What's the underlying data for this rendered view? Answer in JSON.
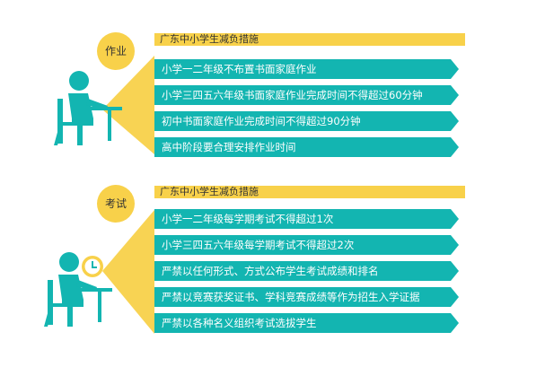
{
  "sections": [
    {
      "label": "作业",
      "header": "广东中小学生减负措施",
      "items": [
        "小学一二年级不布置书面家庭作业",
        "小学三四五六年级书面家庭作业完成时间不得超过60分钟",
        "初中书面家庭作业完成时间不得超过90分钟",
        "高中阶段要合理安排作业时间"
      ]
    },
    {
      "label": "考试",
      "header": "广东中小学生减负措施",
      "items": [
        "小学一二年级每学期考试不得超过1次",
        "小学三四五六年级每学期考试不得超过2次",
        "严禁以任何形式、方式公布学生考试成绩和排名",
        "严禁以竞赛获奖证书、学科竞赛成绩等作为招生入学证据",
        "严禁以各种名义组织考试选拔学生"
      ]
    }
  ],
  "colors": {
    "teal": "#13b5b1",
    "yellow": "#f8d14a"
  }
}
